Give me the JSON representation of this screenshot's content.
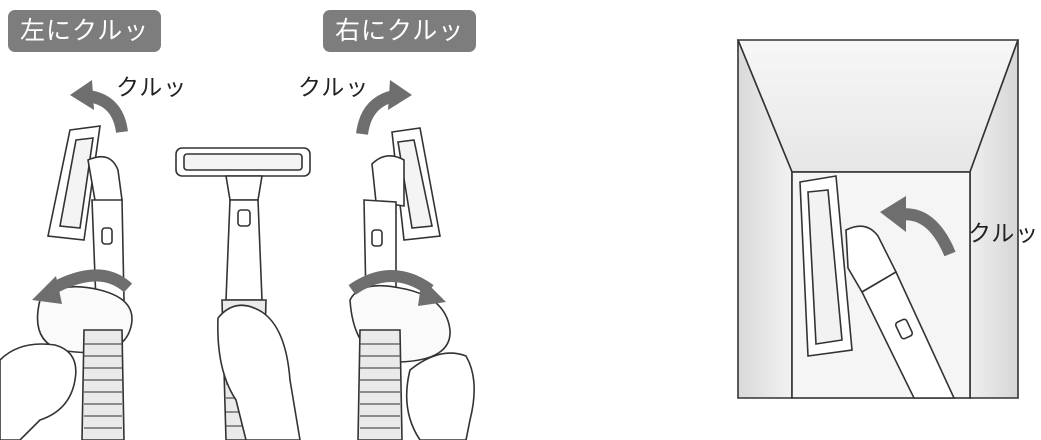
{
  "badges": {
    "left_turn": "左にクルッ",
    "right_turn": "右にクルッ"
  },
  "captions": {
    "left_click": "クルッ",
    "right_click": "クルッ",
    "corner_click": "クルッ"
  },
  "colors": {
    "badge_bg": "#7d7d7d",
    "arrow": "#6e6e6e",
    "line": "#333333",
    "wall_light": "#eeeeee",
    "wall_dark": "#dcdcdc"
  }
}
